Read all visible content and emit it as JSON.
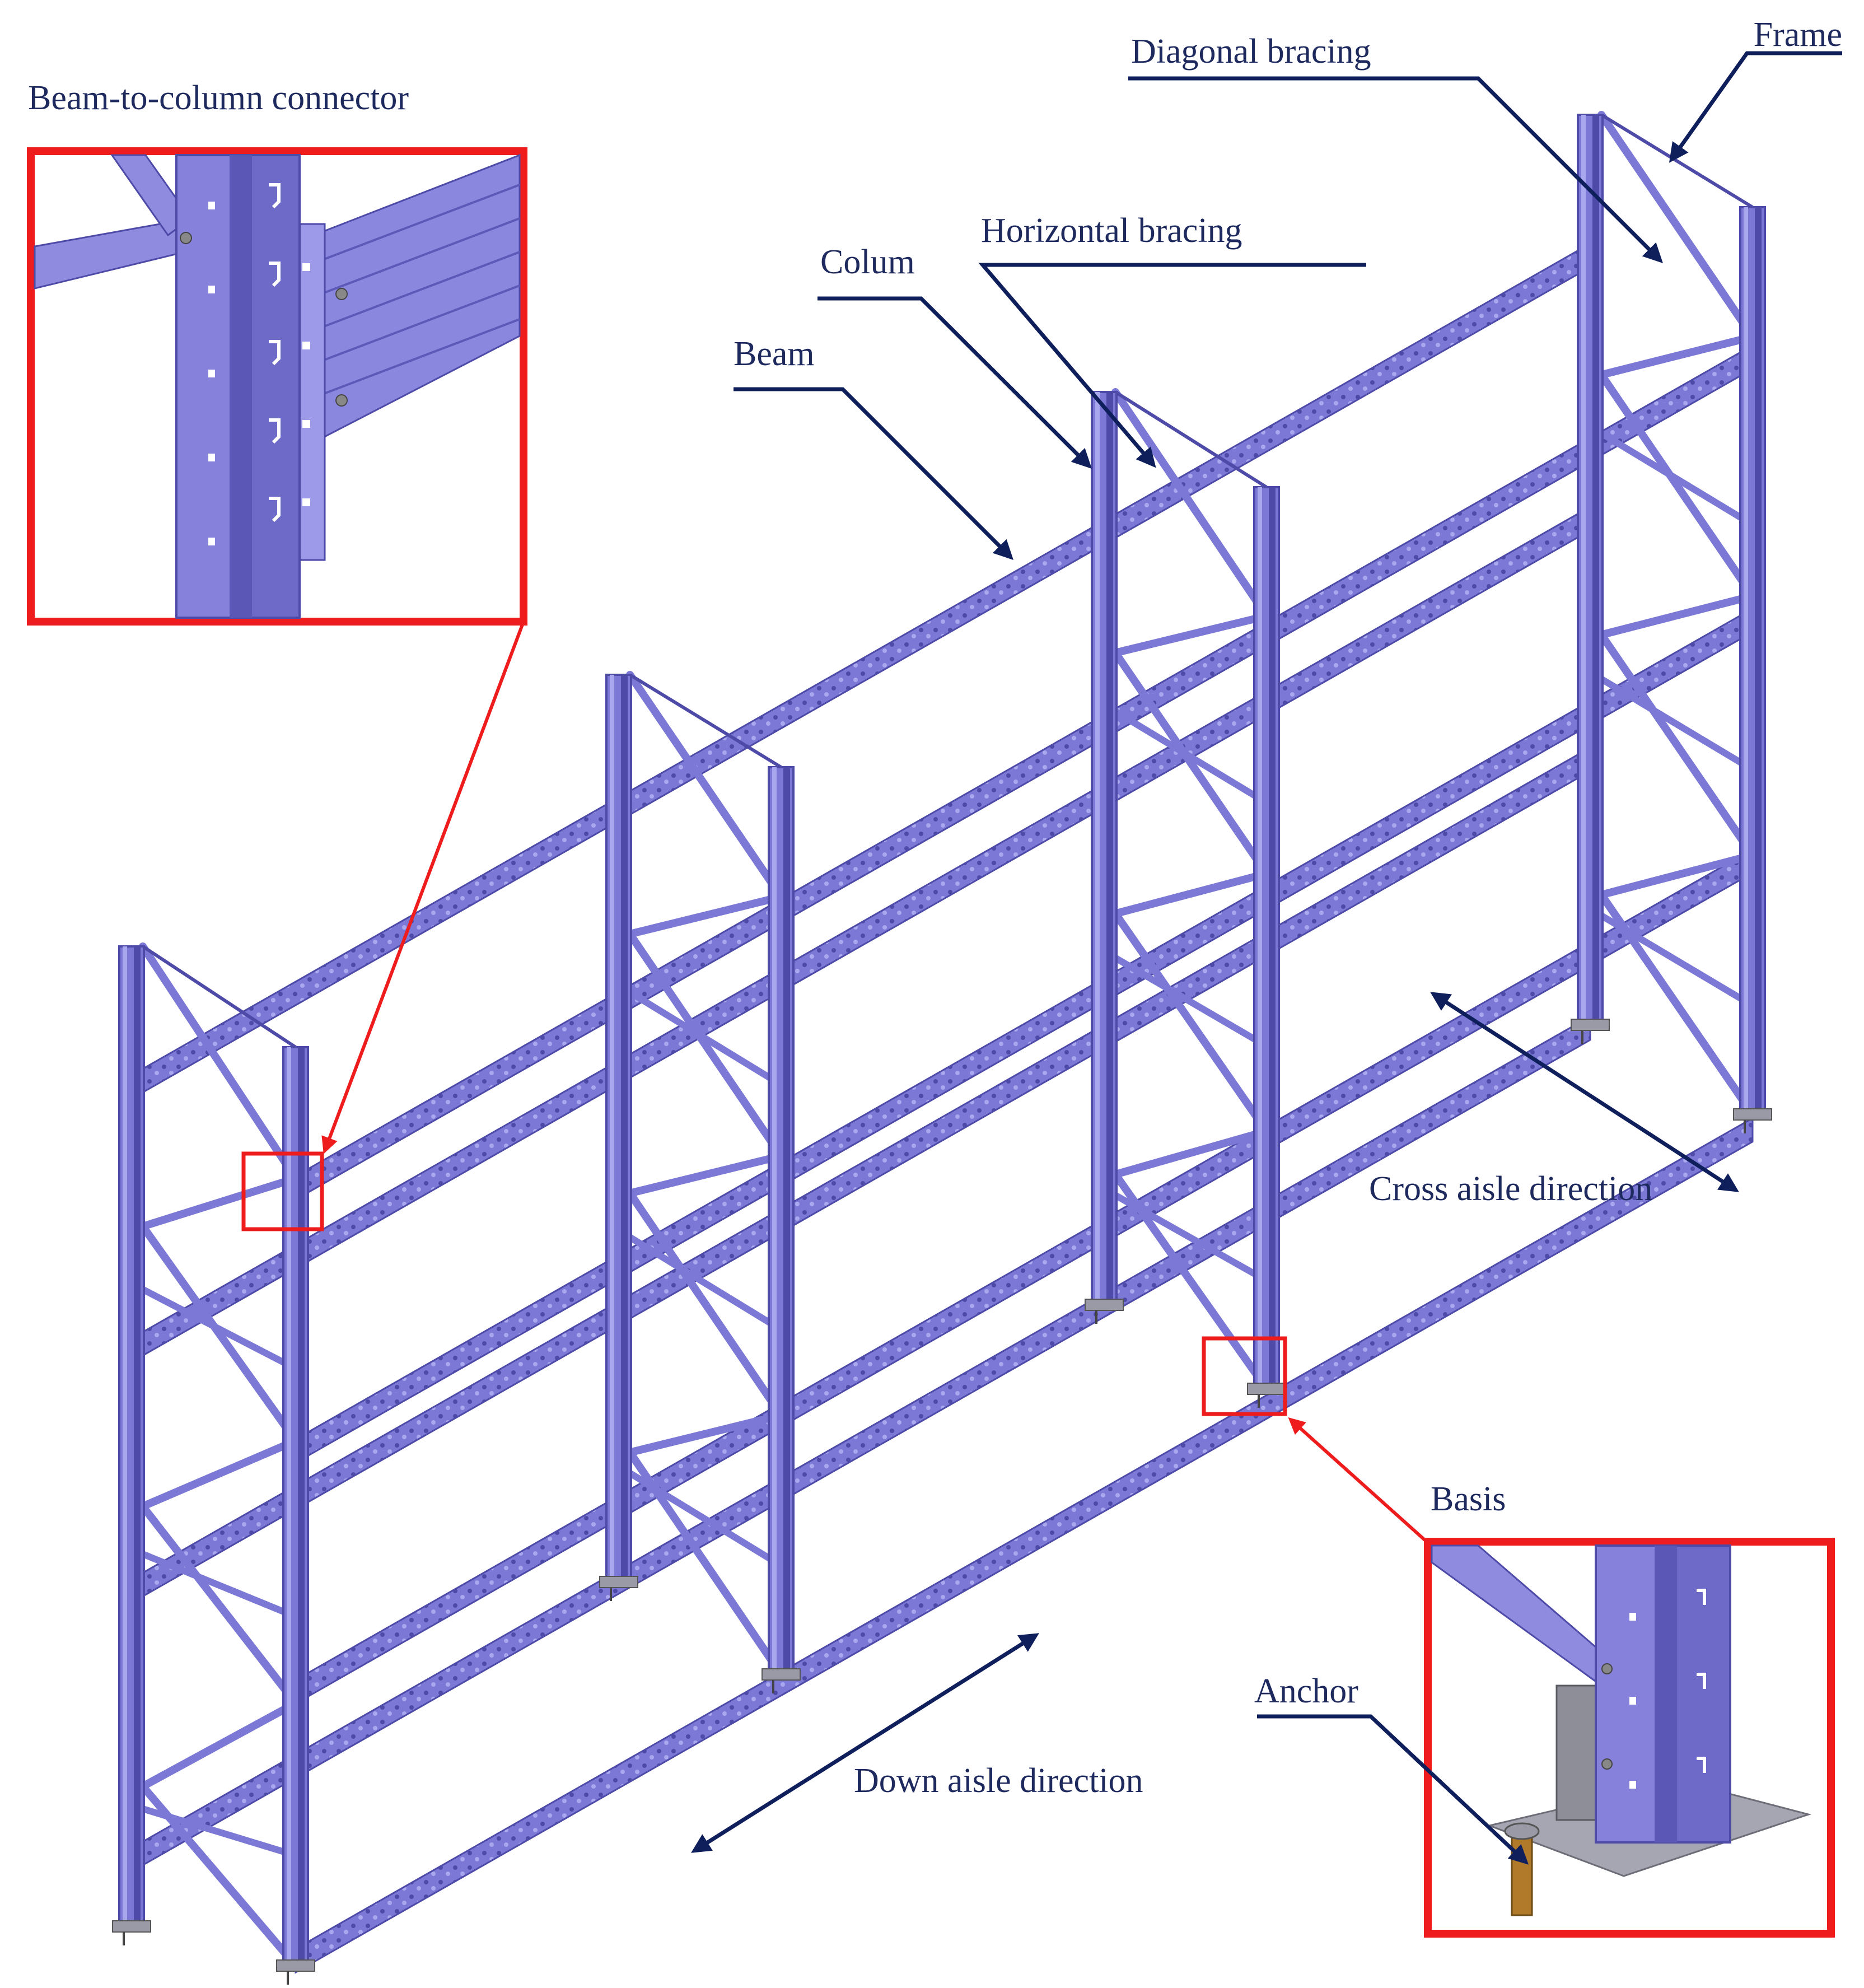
{
  "labels": {
    "connector": "Beam-to-column connector",
    "diagonal": "Diagonal bracing",
    "frame": "Frame",
    "horizontal": "Horizontal bracing",
    "column": "Colum",
    "beam": "Beam",
    "cross_aisle": "Cross aisle direction",
    "basis": "Basis",
    "anchor": "Anchor",
    "down_aisle": "Down aisle direction"
  },
  "colors": {
    "steel": "#7b78d6",
    "steel_dark": "#4d4aa8",
    "steel_light": "#a9a7ee",
    "leader": "#0f1f5c",
    "callout": "#ee1c1c",
    "anchor": "#b07a2a",
    "baseplate": "#9a9aa6"
  },
  "icons": {
    "leader_arrow": "arrow-head-icon",
    "direction_arrow": "double-arrow-icon"
  }
}
